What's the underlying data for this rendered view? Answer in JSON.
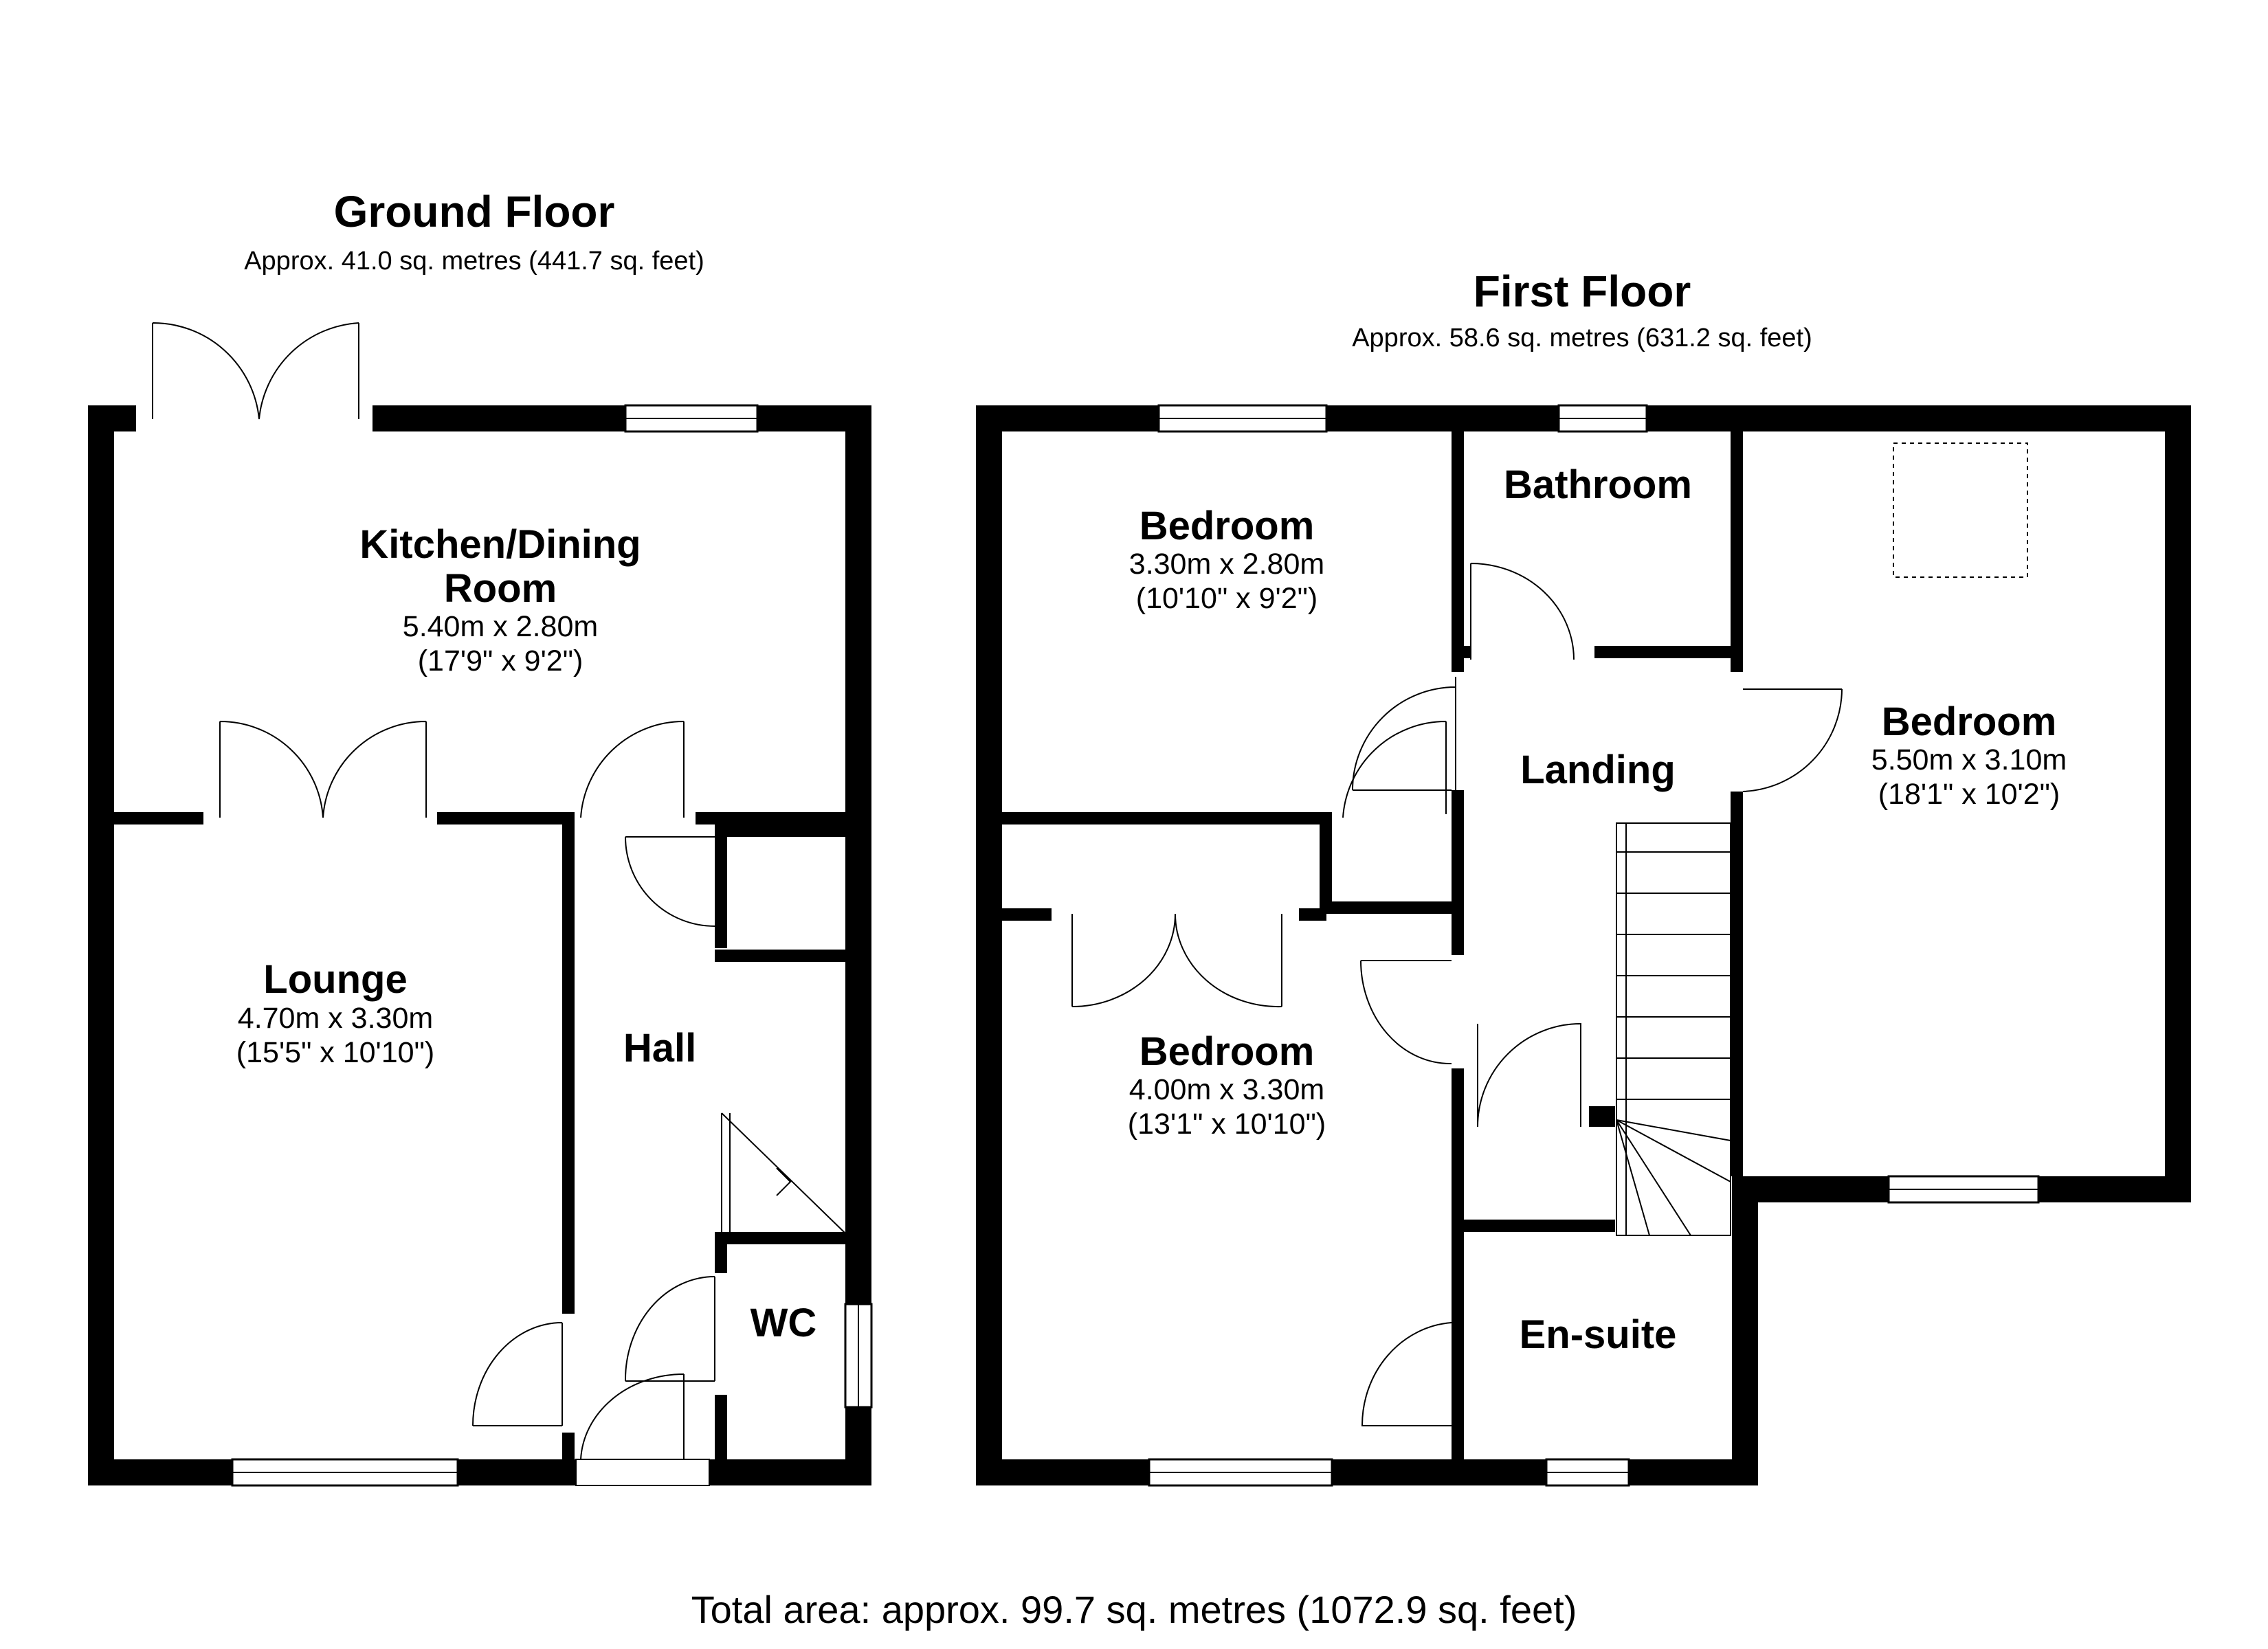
{
  "ground_floor": {
    "title": "Ground Floor",
    "area": "Approx. 41.0 sq. metres (441.7 sq. feet)",
    "rooms": {
      "kitchen": {
        "name_line1": "Kitchen/Dining",
        "name_line2": "Room",
        "dim_m": "5.40m x 2.80m",
        "dim_ft": "(17'9\" x 9'2\")"
      },
      "lounge": {
        "name": "Lounge",
        "dim_m": "4.70m x 3.30m",
        "dim_ft": "(15'5\" x 10'10\")"
      },
      "hall": {
        "name": "Hall"
      },
      "wc": {
        "name": "WC"
      }
    }
  },
  "first_floor": {
    "title": "First Floor",
    "area": "Approx. 58.6 sq. metres (631.2 sq. feet)",
    "rooms": {
      "bedroom_top_left": {
        "name": "Bedroom",
        "dim_m": "3.30m x 2.80m",
        "dim_ft": "(10'10\" x 9'2\")"
      },
      "bathroom": {
        "name": "Bathroom"
      },
      "landing": {
        "name": "Landing"
      },
      "bedroom_right": {
        "name": "Bedroom",
        "dim_m": "5.50m x 3.10m",
        "dim_ft": "(18'1\" x 10'2\")"
      },
      "bedroom_bottom_left": {
        "name": "Bedroom",
        "dim_m": "4.00m x 3.30m",
        "dim_ft": "(13'1\" x 10'10\")"
      },
      "ensuite": {
        "name": "En-suite"
      }
    }
  },
  "total_area": "Total area: approx. 99.7 sq. metres (1072.9 sq. feet)"
}
